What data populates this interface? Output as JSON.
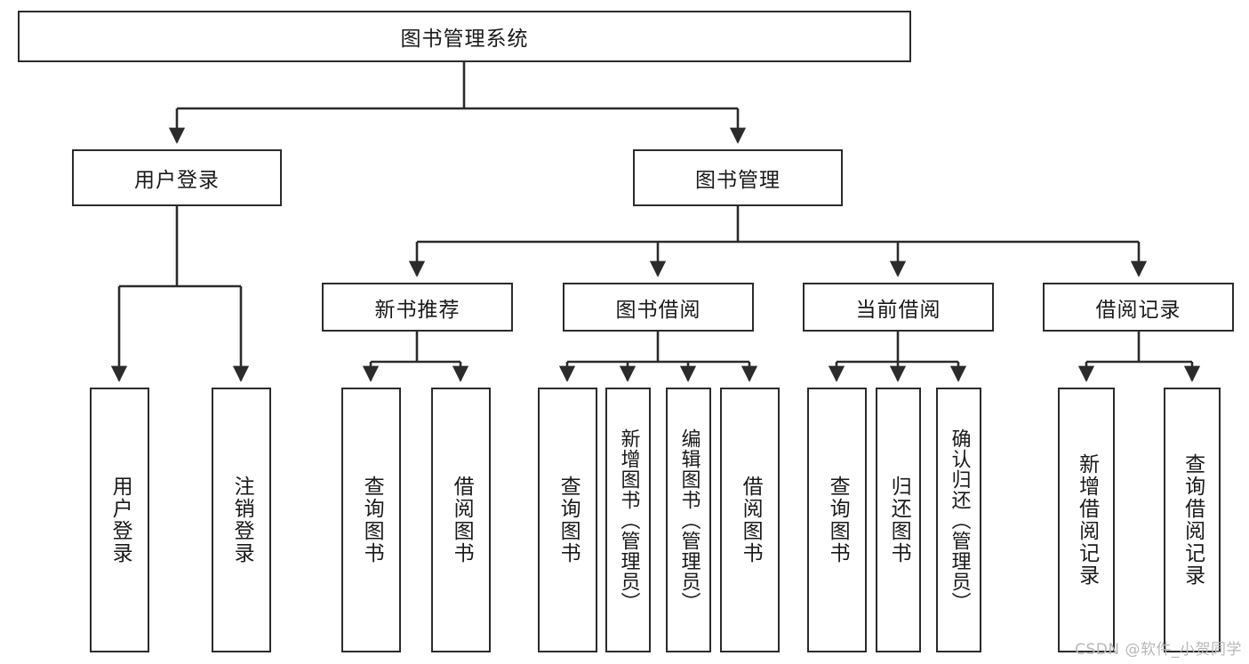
{
  "diagram": {
    "title": "图书管理系统",
    "watermark": "CSDN @软件_小贺同学",
    "line_color": "#2b2b2b",
    "box_fill": "#ffffff",
    "text_color": "#1a1a1a",
    "watermark_color": "#b8b8b8",
    "levels": {
      "root": {
        "label": "图书管理系统"
      },
      "level2": [
        {
          "id": "user-login",
          "label": "用户登录"
        },
        {
          "id": "book-management",
          "label": "图书管理"
        }
      ],
      "level3": [
        {
          "id": "new-book-recommend",
          "label": "新书推荐",
          "parent": "book-management"
        },
        {
          "id": "book-borrow",
          "label": "图书借阅",
          "parent": "book-management"
        },
        {
          "id": "current-borrow",
          "label": "当前借阅",
          "parent": "book-management"
        },
        {
          "id": "borrow-record",
          "label": "借阅记录",
          "parent": "book-management"
        }
      ],
      "leaves": [
        {
          "id": "leaf-user-login",
          "label": "用户登录",
          "parent": "user-login"
        },
        {
          "id": "leaf-logout",
          "label": "注销登录",
          "parent": "user-login"
        },
        {
          "id": "leaf-query-book-1",
          "label": "查询图书",
          "parent": "new-book-recommend"
        },
        {
          "id": "leaf-borrow-book-1",
          "label": "借阅图书",
          "parent": "new-book-recommend"
        },
        {
          "id": "leaf-query-book-2",
          "label": "查询图书",
          "parent": "book-borrow"
        },
        {
          "id": "leaf-add-book",
          "label": "新增图书（管理员）",
          "parent": "book-borrow"
        },
        {
          "id": "leaf-edit-book",
          "label": "编辑图书（管理员）",
          "parent": "book-borrow"
        },
        {
          "id": "leaf-borrow-book-2",
          "label": "借阅图书",
          "parent": "book-borrow"
        },
        {
          "id": "leaf-query-book-3",
          "label": "查询图书",
          "parent": "current-borrow"
        },
        {
          "id": "leaf-return-book",
          "label": "归还图书",
          "parent": "current-borrow"
        },
        {
          "id": "leaf-confirm-return",
          "label": "确认归还（管理员）",
          "parent": "current-borrow"
        },
        {
          "id": "leaf-add-record",
          "label": "新增借阅记录",
          "parent": "borrow-record"
        },
        {
          "id": "leaf-query-record",
          "label": "查询借阅记录",
          "parent": "borrow-record"
        }
      ]
    }
  }
}
